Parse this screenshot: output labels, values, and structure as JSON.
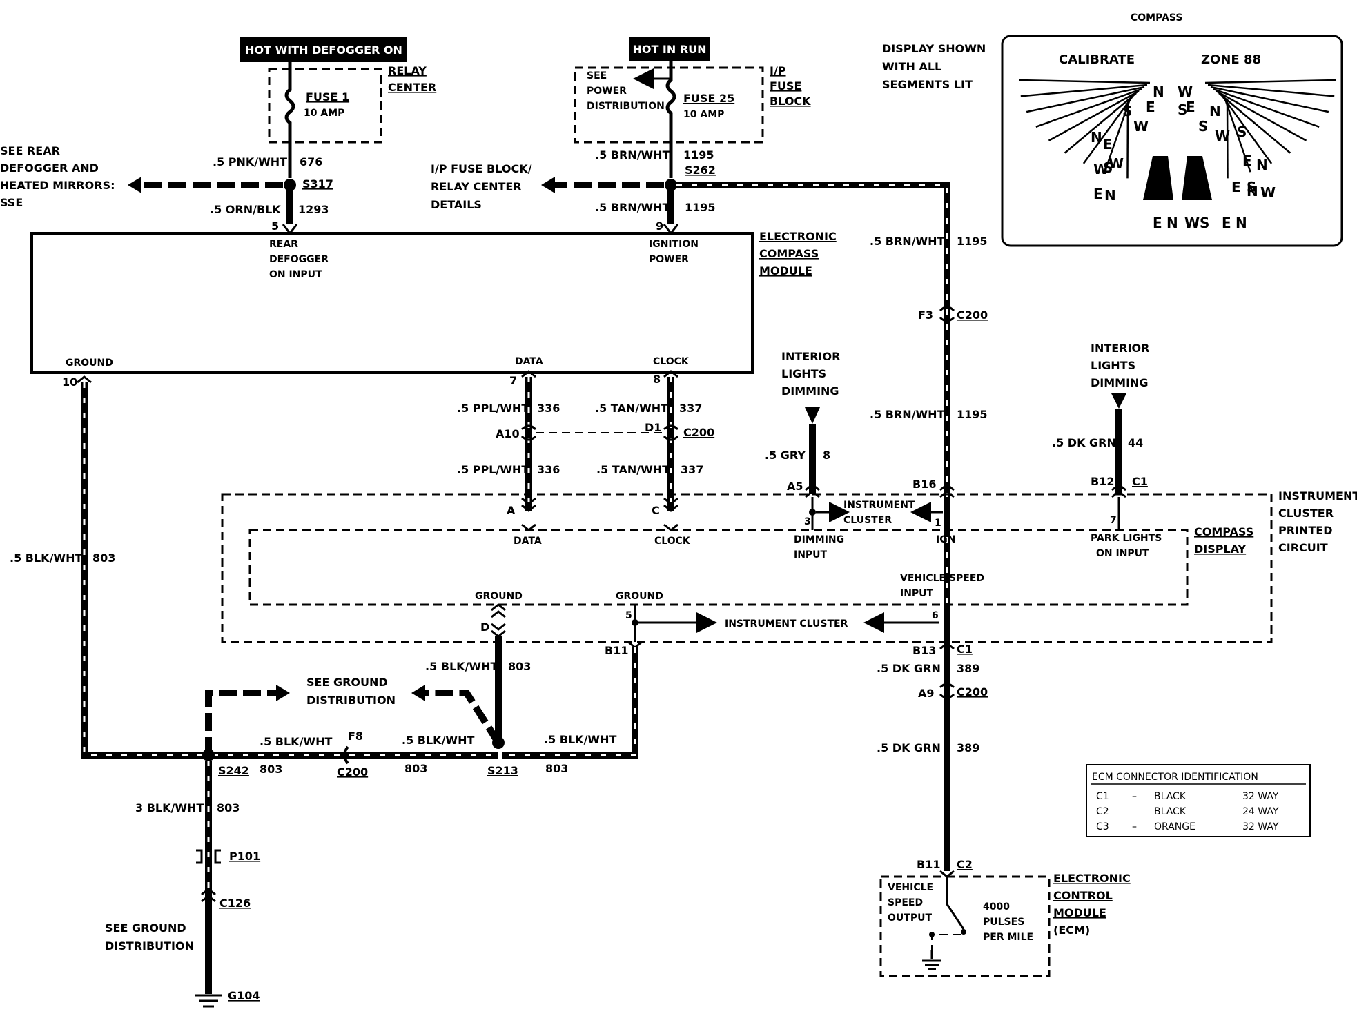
{
  "header": {
    "hot_defogger": "HOT WITH DEFOGGER ON",
    "hot_run": "HOT IN RUN",
    "compass_title": "COMPASS",
    "display_note": [
      "DISPLAY SHOWN",
      "WITH ALL",
      "SEGMENTS LIT"
    ]
  },
  "compass_display": {
    "left": "CALIBRATE",
    "right": "ZONE 88",
    "segments": [
      "N",
      "W",
      "S",
      "E",
      "W",
      "N",
      "S",
      "E",
      "W",
      "S",
      "N",
      "E",
      "E",
      "N",
      "S",
      "W",
      "W",
      "S",
      "N",
      "E",
      "E",
      "N",
      "S",
      "W",
      "E",
      "N",
      "W",
      "S",
      "E",
      "N"
    ]
  },
  "relay_center": {
    "name": [
      "RELAY",
      "CENTER"
    ],
    "fuse": "FUSE 1",
    "amp": "10 AMP"
  },
  "fuse_block": {
    "name": [
      "I/P",
      "FUSE",
      "BLOCK"
    ],
    "fuse": "FUSE 25",
    "amp": "10 AMP",
    "see_power": [
      "SEE",
      "POWER",
      "DISTRIBUTION"
    ]
  },
  "left_notes": {
    "see_rear": [
      "SEE REAR",
      "DEFOGGER AND",
      "HEATED MIRRORS:",
      "SSE"
    ],
    "fuse_details": [
      "I/P FUSE BLOCK/",
      "RELAY CENTER",
      "DETAILS"
    ]
  },
  "module": {
    "name": [
      "ELECTRONIC",
      "COMPASS",
      "MODULE"
    ],
    "rear_defogger": [
      "REAR",
      "DEFOGGER",
      "ON INPUT"
    ],
    "ignition": [
      "IGNITION",
      "POWER"
    ],
    "ground": "GROUND",
    "data": "DATA",
    "clock": "CLOCK",
    "pin_5": "5",
    "pin_9": "9",
    "pin_10": "10",
    "pin_7": "7",
    "pin_8": "8"
  },
  "wires": {
    "pnk_wht": ".5 PNK/WHT",
    "c676": "676",
    "s317": "S317",
    "orn_blk": ".5 ORN/BLK",
    "c1293": "1293",
    "brn_wht_a": ".5 BRN/WHT",
    "c1195_a": "1195",
    "s262": "S262",
    "brn_wht_b": ".5 BRN/WHT",
    "c1195_b": "1195",
    "brn_wht_c": ".5 BRN/WHT",
    "c1195_c": "1195",
    "f3": "F3",
    "c200_a": "C200",
    "brn_wht_d": ".5 BRN/WHT",
    "c1195_d": "1195",
    "ppl_wht_a": ".5 PPL/WHT",
    "c336_a": "336",
    "tan_wht_a": ".5 TAN/WHT",
    "c337_a": "337",
    "a10": "A10",
    "d1": "D1",
    "c200_b": "C200",
    "ppl_wht_b": ".5 PPL/WHT",
    "c336_b": "336",
    "tan_wht_b": ".5 TAN/WHT",
    "c337_b": "337",
    "gry": ".5 GRY",
    "c8": "8",
    "dk_grn_a": ".5 DK GRN",
    "c44": "44",
    "a5": "A5",
    "b16": "B16",
    "b12": "B12",
    "c1_a": "C1",
    "a": "A",
    "c": "C",
    "blk_wht_a": ".5 BLK/WHT",
    "c803_a": "803",
    "blk_wht_b": ".5 BLK/WHT",
    "c803_b": "803",
    "blk_wht_c": ".5 BLK/WHT",
    "f8": "F8",
    "c200_c": "C200",
    "c803_c": "803",
    "blk_wht_d": ".5 BLK/WHT",
    "c803_d": "803",
    "s213": "S213",
    "blk_wht_e": ".5 BLK/WHT",
    "c803_e": "803",
    "s242": "S242",
    "c803_f": "803",
    "blk_wht_f": "3 BLK/WHT",
    "c803_g": "803",
    "p101": "P101",
    "c126": "C126",
    "g104": "G104",
    "d": "D",
    "b11": "B11",
    "b13": "B13",
    "c1_b": "C1",
    "dk_grn_b": ".5 DK GRN",
    "c389_a": "389",
    "a9": "A9",
    "c200_d": "C200",
    "dk_grn_c": ".5 DK GRN",
    "c389_b": "389",
    "b11b": "B11",
    "c2": "C2"
  },
  "cluster": {
    "interior_a": [
      "INTERIOR",
      "LIGHTS",
      "DIMMING"
    ],
    "interior_b": [
      "INTERIOR",
      "LIGHTS",
      "DIMMING"
    ],
    "instrument_cluster_a": [
      "INSTRUMENT",
      "CLUSTER"
    ],
    "instrument_cluster_b": "INSTRUMENT CLUSTER",
    "printed": [
      "INSTRUMENT",
      "CLUSTER",
      "PRINTED",
      "CIRCUIT"
    ],
    "compass_display": [
      "COMPASS",
      "DISPLAY"
    ],
    "data": "DATA",
    "clock": "CLOCK",
    "dimming_input": [
      "DIMMING",
      "INPUT"
    ],
    "ign": "IGN",
    "park": [
      "PARK LIGHTS",
      "ON INPUT"
    ],
    "vehicle_speed": [
      "VEHICLE SPEED",
      "INPUT"
    ],
    "ground_a": "GROUND",
    "ground_b": "GROUND",
    "pin_3": "3",
    "pin_1": "1",
    "pin_7": "7",
    "pin_5": "5",
    "pin_6": "6"
  },
  "ground_notes": {
    "see_ground_a": [
      "SEE GROUND",
      "DISTRIBUTION"
    ],
    "see_ground_b": [
      "SEE GROUND",
      "DISTRIBUTION"
    ]
  },
  "ecm": {
    "name": [
      "ELECTRONIC",
      "CONTROL",
      "MODULE",
      "(ECM)"
    ],
    "vso": [
      "VEHICLE",
      "SPEED",
      "OUTPUT"
    ],
    "pulses": [
      "4000",
      "PULSES",
      "PER MILE"
    ]
  },
  "ecm_table": {
    "title": "ECM CONNECTOR IDENTIFICATION",
    "rows": [
      {
        "id": "C1",
        "dash": "–",
        "color": "BLACK",
        "ways": "32 WAY"
      },
      {
        "id": "C2",
        "dash": "",
        "color": "BLACK",
        "ways": "24 WAY"
      },
      {
        "id": "C3",
        "dash": "–",
        "color": "ORANGE",
        "ways": "32 WAY"
      }
    ]
  }
}
